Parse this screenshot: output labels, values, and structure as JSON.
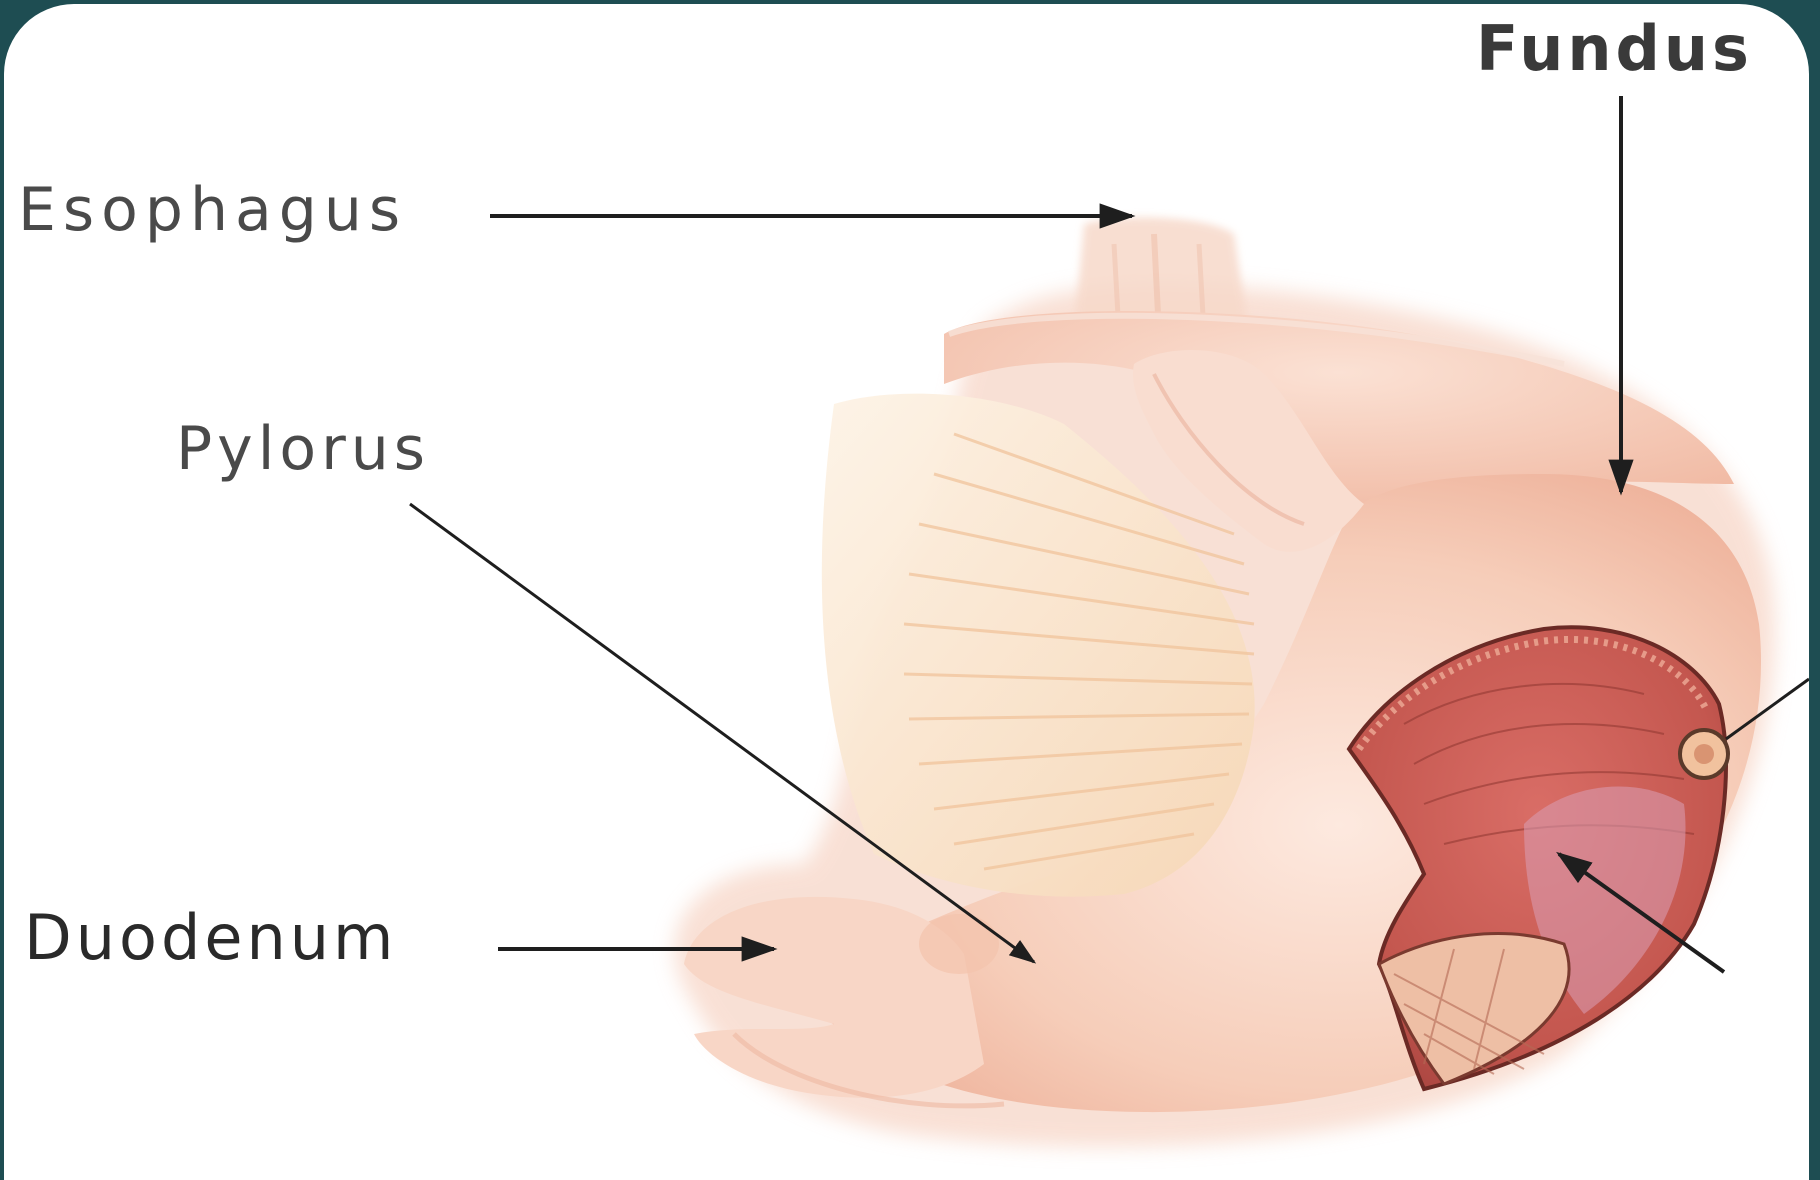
{
  "labels": {
    "fundus": "Fundus",
    "esophagus": "Esophagus",
    "pylorus": "Pylorus",
    "duodenum": "Duodenum"
  },
  "colors": {
    "frame": "#1e4d52",
    "background": "#ffffff",
    "stomach_light": "#fbe2d6",
    "stomach_mid": "#f3c2ac",
    "stomach_dark": "#e59a84",
    "muscle_red": "#c4574f",
    "leader_line": "#2a2a2a"
  }
}
